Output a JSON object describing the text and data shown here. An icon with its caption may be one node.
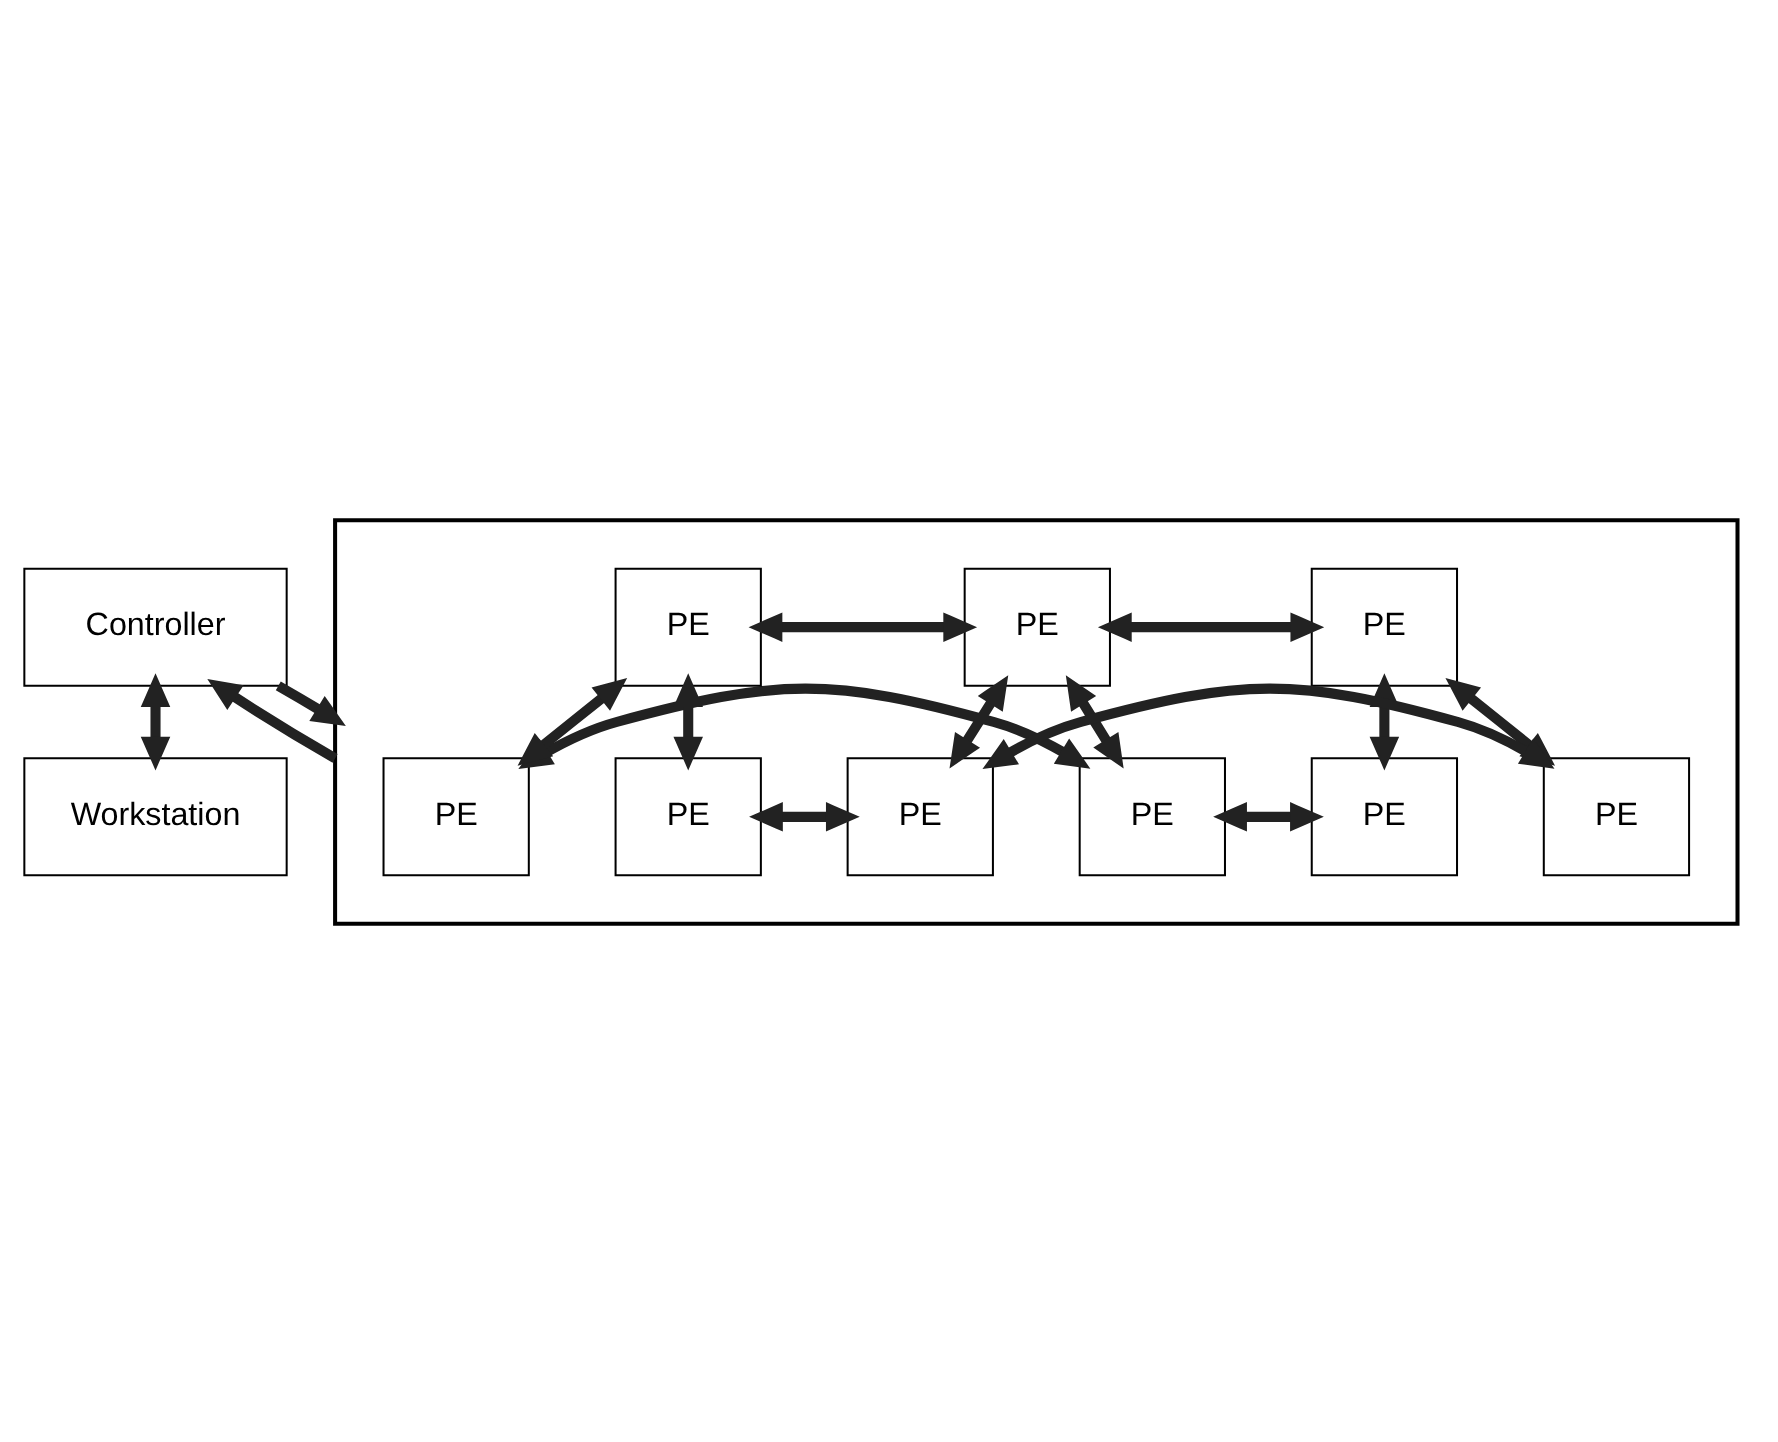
{
  "diagram": {
    "nodes": [
      {
        "text": [
          "Controller"
        ]
      },
      {
        "text": [
          "Workstation"
        ]
      },
      {
        "text": [],
        "shape": "box"
      },
      {
        "text": [
          "PE"
        ],
        "in": 2
      },
      {
        "text": [
          "PE"
        ],
        "in": 2
      },
      {
        "text": [
          "PE"
        ],
        "in": 2
      },
      {
        "text": [
          "PE"
        ],
        "in": 2
      },
      {
        "text": [
          "PE"
        ],
        "in": 2
      },
      {
        "text": [
          "PE"
        ],
        "in": 2
      },
      {
        "text": [
          "PE"
        ],
        "in": 2
      },
      {
        "text": [
          "PE"
        ],
        "in": 2
      },
      {
        "text": [
          "PE"
        ],
        "in": 2
      }
    ],
    "edges": [
      {
        "from": 0,
        "to": 2,
        "arrow": "to"
      },
      {
        "from": 2,
        "to": 0,
        "arrow": "to"
      },
      {
        "from": 0,
        "to": 1,
        "arrow": "both"
      },
      {
        "from": 3,
        "to": 4,
        "arrow": "both"
      },
      {
        "from": 4,
        "to": 5,
        "arrow": "both"
      },
      {
        "from": 3,
        "to": 6,
        "arrow": "both"
      },
      {
        "from": 4,
        "to": 7,
        "arrow": "both"
      },
      {
        "from": 5,
        "to": 8,
        "arrow": "both"
      },
      {
        "from": 6,
        "to": 7,
        "arrow": "both"
      },
      {
        "from": 7,
        "to": 8,
        "arrow": "both"
      },
      {
        "from": 6,
        "to": 9,
        "arrow": "both"
      },
      {
        "from": 7,
        "to": 10,
        "arrow": "both"
      },
      {
        "from": 8,
        "to": 11,
        "arrow": "both"
      },
      {
        "from": 9,
        "to": 10,
        "arrow": "both"
      },
      {
        "from": 10,
        "to": 11,
        "arrow": "both"
      }
    ]
  }
}
